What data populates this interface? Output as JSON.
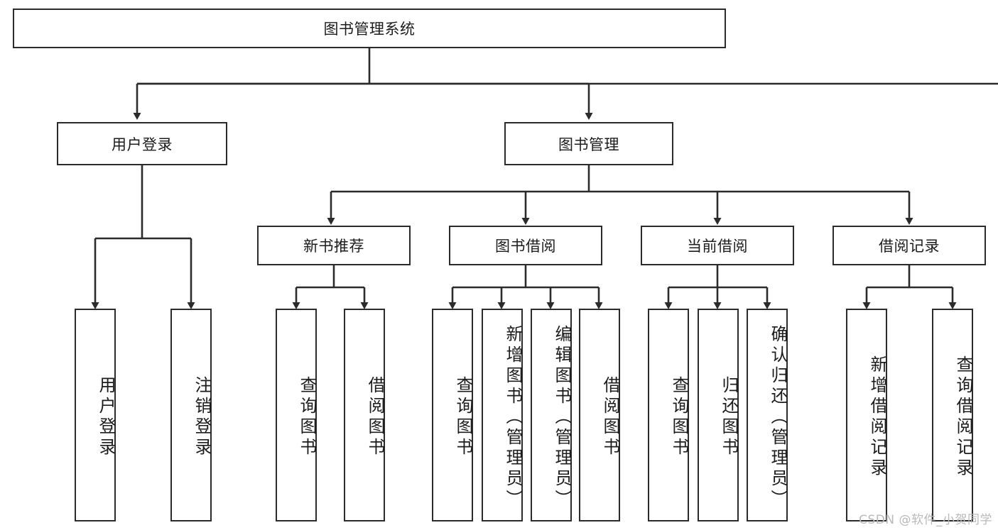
{
  "diagram": {
    "title": "图书管理系统",
    "type": "tree-hierarchy",
    "background_color": "#ffffff",
    "line_color": "#2b2b2b",
    "text_color": "#1c1c1c"
  },
  "root": {
    "label": "图书管理系统"
  },
  "level1": [
    {
      "label": "用户登录"
    },
    {
      "label": "图书管理"
    }
  ],
  "level2": [
    {
      "label": "新书推荐"
    },
    {
      "label": "图书借阅"
    },
    {
      "label": "当前借阅"
    },
    {
      "label": "借阅记录"
    }
  ],
  "leaves": {
    "user_login": [
      {
        "label": "用户登录"
      },
      {
        "label": "注销登录"
      }
    ],
    "new_book_recommend": [
      {
        "label": "查询图书"
      },
      {
        "label": "借阅图书"
      }
    ],
    "book_borrow": [
      {
        "label": "查询图书"
      },
      {
        "label": "新增图书（管理员）"
      },
      {
        "label": "编辑图书（管理员）"
      },
      {
        "label": "借阅图书"
      }
    ],
    "current_borrow": [
      {
        "label": "查询图书"
      },
      {
        "label": "归还图书"
      },
      {
        "label": "确认归还（管理员）"
      }
    ],
    "borrow_record": [
      {
        "label": "新增借阅记录"
      },
      {
        "label": "查询借阅记录"
      }
    ]
  },
  "watermark": {
    "text": "CSDN @软件_小贺同学"
  }
}
